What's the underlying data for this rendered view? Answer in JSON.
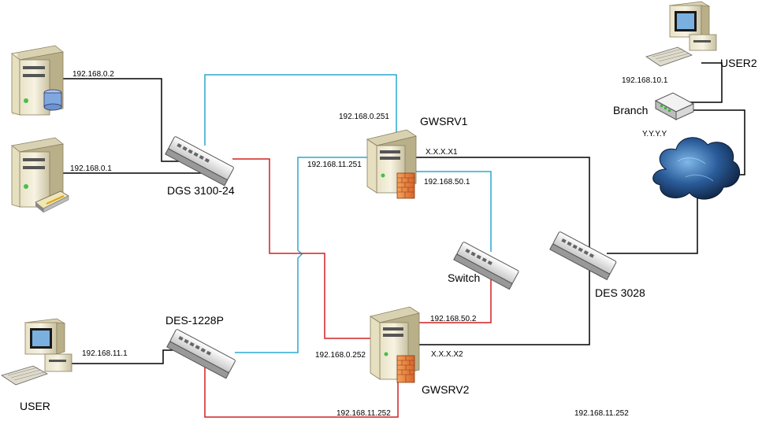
{
  "nodes": {
    "db_server": {
      "icon": "database-server-icon"
    },
    "print_server": {
      "icon": "print-server-icon"
    },
    "dgs": {
      "label": "DGS 3100-24",
      "icon": "switch-icon"
    },
    "des1228": {
      "label": "DES-1228P",
      "icon": "switch-icon"
    },
    "gwsrv1": {
      "label": "GWSRV1",
      "icon": "firewall-server-icon"
    },
    "gwsrv2": {
      "label": "GWSRV2",
      "icon": "firewall-server-icon"
    },
    "switch": {
      "label": "Switch",
      "icon": "switch-icon"
    },
    "des3028": {
      "label": "DES 3028",
      "icon": "switch-icon"
    },
    "user": {
      "label": "USER",
      "icon": "workstation-icon"
    },
    "user2": {
      "label": "USER2",
      "icon": "workstation-icon"
    },
    "branch": {
      "label": "Branch",
      "icon": "router-icon"
    },
    "cloud": {
      "icon": "internet-cloud-icon"
    }
  },
  "ip_labels": {
    "db_server": "192.168.0.2",
    "print_server": "192.168.0.1",
    "gwsrv1_lan": "192.168.0.251",
    "gwsrv1_vlan11": "192.168.11.251",
    "gwsrv1_wan": "X.X.X.X1",
    "gwsrv1_sync": "192.168.50.1",
    "gwsrv2_sync": "192.168.50.2",
    "gwsrv2_lan": "192.168.0.252",
    "gwsrv2_wan": "X.X.X.X2",
    "gwsrv2_vlan11": "192.168.11.252",
    "gwsrv2_vlan11_extra": "192.168.11.252",
    "user": "192.168.11.1",
    "user2": "192.168.10.1",
    "branch_wan": "Y.Y.Y.Y"
  },
  "link_colors": {
    "black": "#000000",
    "blue": "#2aa8d0",
    "red": "#d42020"
  }
}
